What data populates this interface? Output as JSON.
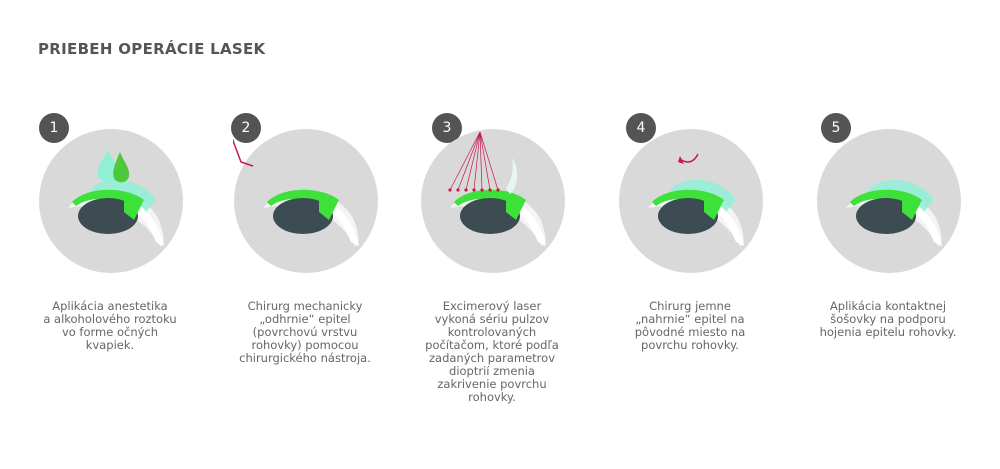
{
  "title": "PRIEBEH OPERÁCIE LASEK",
  "colors": {
    "circle": "#d9d9d9",
    "badge": "#545454",
    "green": "#3ee03a",
    "mint": "#8ff0d6",
    "pupil": "#3d4b52",
    "laser": "#c8184a"
  },
  "steps": [
    {
      "number": "1",
      "variant": "drops",
      "text": "Aplikácia anestetika\na alkoholového roztoku\nvo forme očných\nkvapiek."
    },
    {
      "number": "2",
      "variant": "tool",
      "text": "Chirurg mechanicky\n„odhrnie“ epitel\n(povrchovú vrstvu\nrohovky) pomocou\nchirurgického nástroja."
    },
    {
      "number": "3",
      "variant": "laser",
      "text": "Excimerový laser\nvykoná sériu pulzov\nkontrolovaných\npočítačom, ktoré podľa\nzadaných parametrov\ndioptrií zmenia\nzakrivenie povrchu\nrohovky."
    },
    {
      "number": "4",
      "variant": "arrow",
      "text": "Chirurg jemne\n„nahrnie“ epitel na\npôvodné miesto na\npovrchu rohovky."
    },
    {
      "number": "5",
      "variant": "lens",
      "text": "Aplikácia kontaktnej\nšošovky na podporu\nhojenia epitelu rohovky."
    }
  ]
}
